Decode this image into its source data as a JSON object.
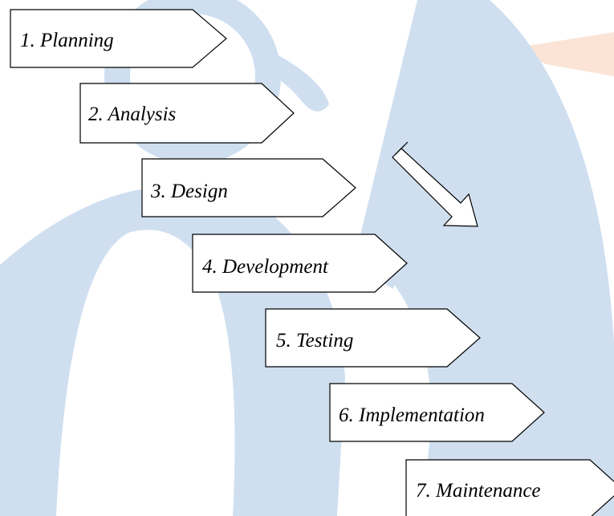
{
  "steps": [
    {
      "label": "1. Planning"
    },
    {
      "label": "2. Analysis"
    },
    {
      "label": "3. Design"
    },
    {
      "label": "4. Development"
    },
    {
      "label": "5. Testing"
    },
    {
      "label": "6. Implementation"
    },
    {
      "label": "7. Maintenance"
    }
  ],
  "colors": {
    "watermark_blue": "#cfdff0",
    "watermark_orange": "#fbe3d6",
    "shape_fill": "#ffffff",
    "stroke": "#000000"
  }
}
